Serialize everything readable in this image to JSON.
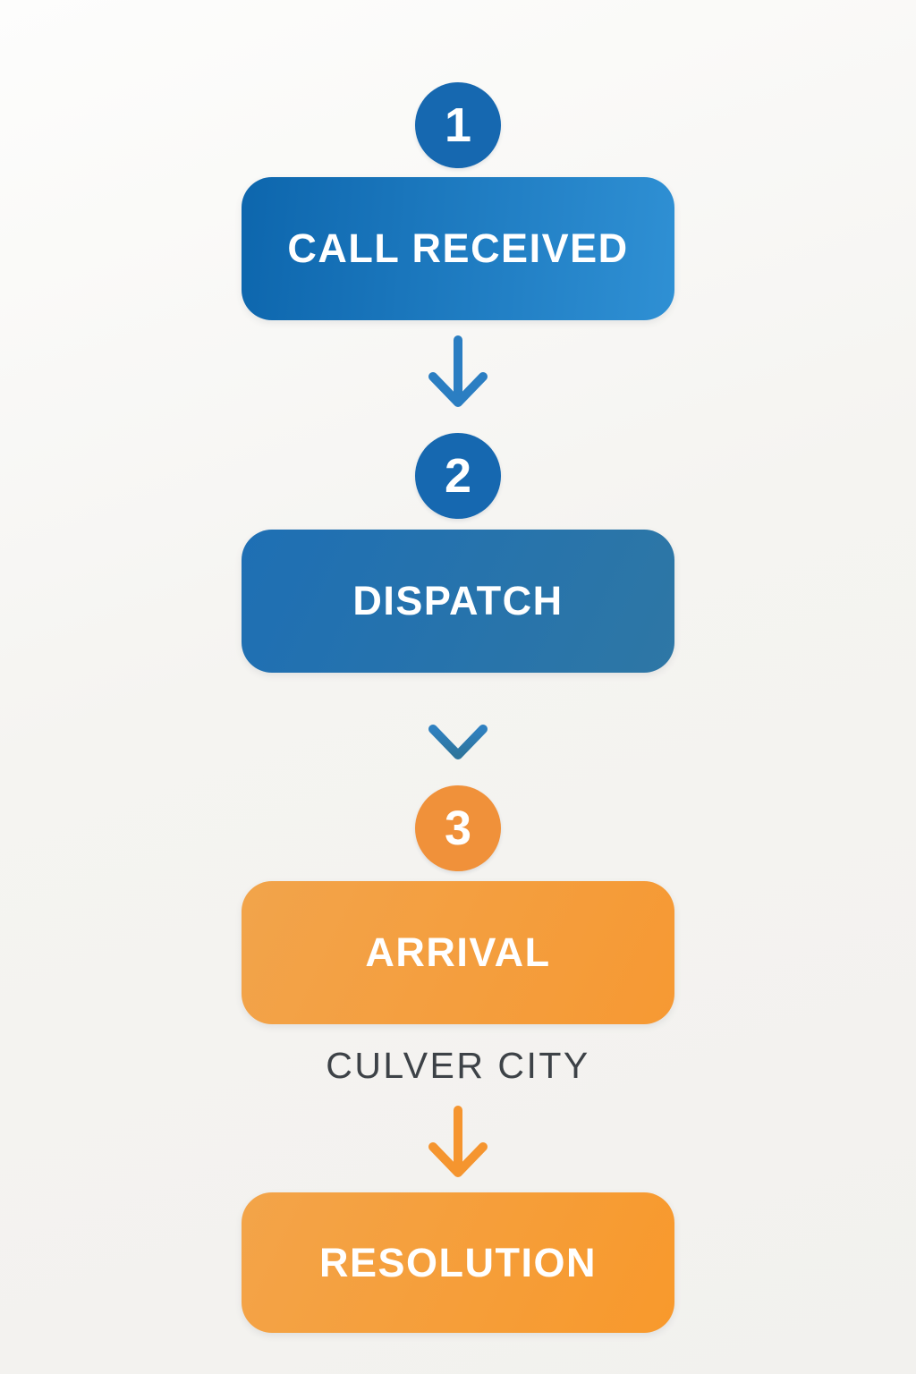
{
  "flow": {
    "steps": [
      {
        "number": "1",
        "label": "CALL RECEIVED"
      },
      {
        "number": "2",
        "label": "DISPATCH"
      },
      {
        "number": "3",
        "label": "ARRIVAL"
      }
    ],
    "annotation": "CULVER CITY",
    "final_step": {
      "label": "RESOLUTION"
    }
  },
  "colors": {
    "badge_blue": "#1668b0",
    "badge_orange": "#f0913a",
    "box_blue_gradient_start": "#0d66ad",
    "box_blue_gradient_end": "#2f90d4",
    "box_dispatch_gradient_start": "#1e6fb4",
    "box_dispatch_gradient_end": "#2e77a5",
    "box_orange_gradient_start": "#f2a44b",
    "box_orange_gradient_end": "#f69933",
    "arrow_blue": "#2b7ec2",
    "arrow_teal_top": "#2f80c0",
    "arrow_teal_bottom": "#2e759c",
    "arrow_orange": "#f5952f",
    "annotation_text": "#3d4247",
    "box_label_text": "#ffffff",
    "background": "#f3f2ef"
  }
}
